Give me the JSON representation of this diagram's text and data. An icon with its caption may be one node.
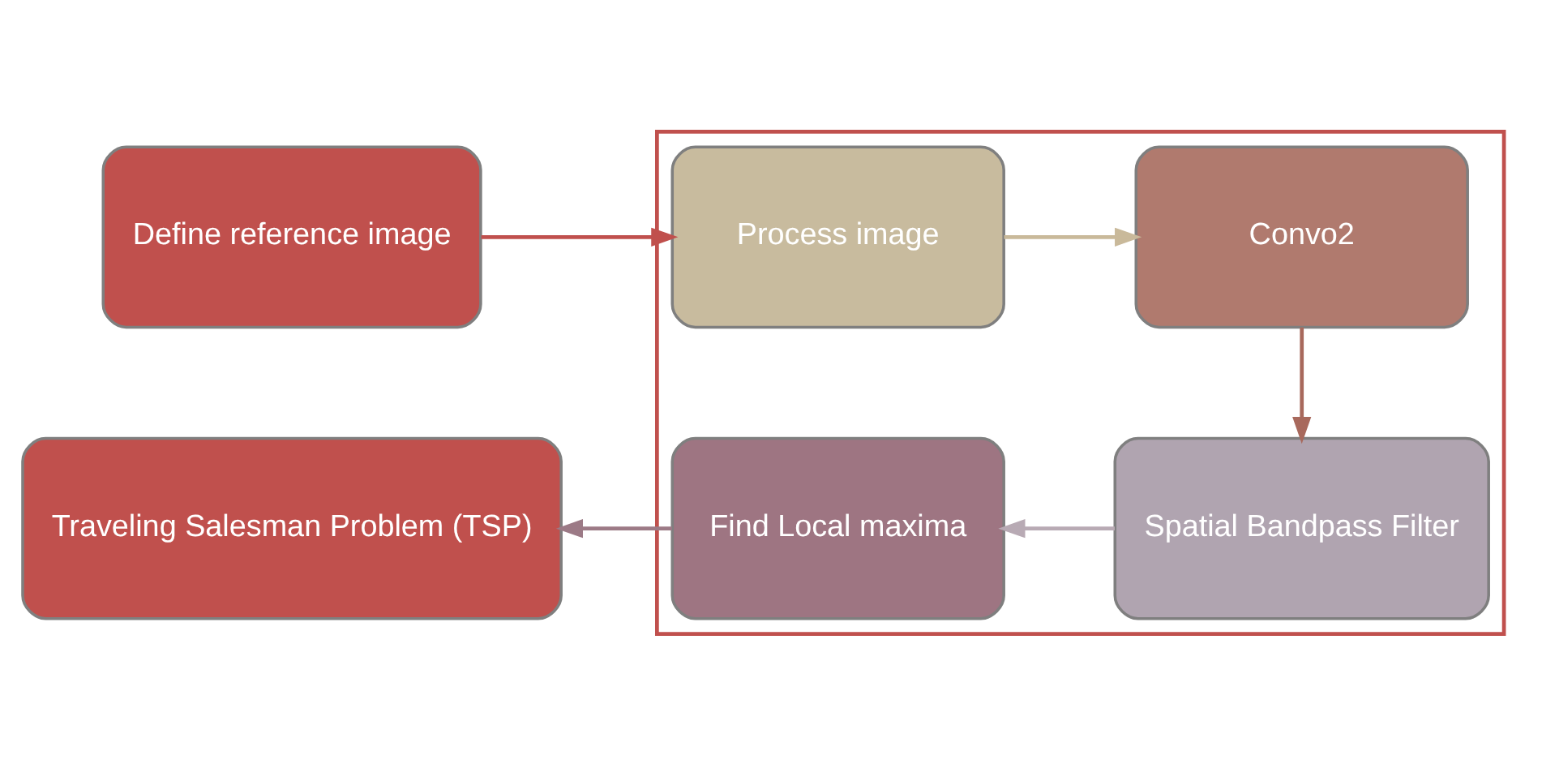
{
  "diagram": {
    "nodes": [
      {
        "text": [
          "Define reference image"
        ]
      },
      {
        "text": [],
        "shape": "box"
      },
      {
        "text": [
          "Process image"
        ],
        "in": 1
      },
      {
        "text": [
          "Convo2"
        ],
        "in": 1
      },
      {
        "text": [
          "Spatial Bandpass Filter"
        ],
        "in": 1
      },
      {
        "text": [
          "Find Local maxima"
        ],
        "in": 1
      },
      {
        "text": [
          "Traveling Salesman Problem (TSP)"
        ]
      }
    ],
    "edges": [
      {
        "from": 0,
        "to": 2,
        "arrow": "to",
        "color": "#c0504d"
      },
      {
        "from": 2,
        "to": 3,
        "arrow": "to",
        "color": "#c9b99a"
      },
      {
        "from": 3,
        "to": 4,
        "arrow": "to",
        "color": "#a8695c"
      },
      {
        "from": 4,
        "to": 5,
        "arrow": "to",
        "color": "#b8aab4"
      },
      {
        "from": 5,
        "to": 6,
        "arrow": "to",
        "color": "#9c7a86"
      }
    ]
  }
}
